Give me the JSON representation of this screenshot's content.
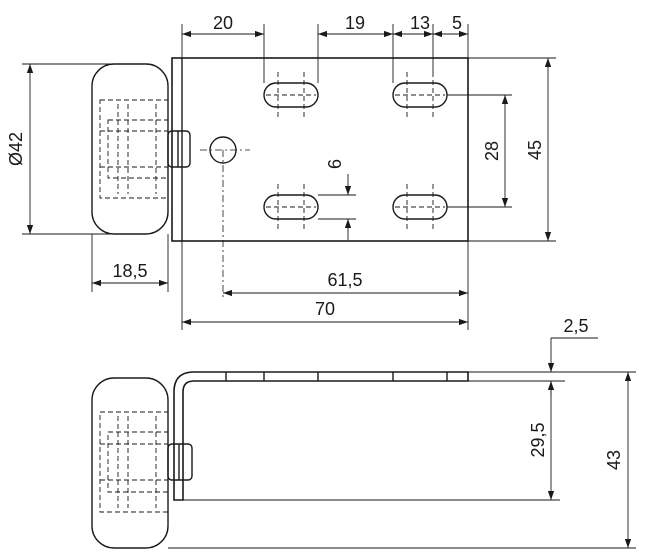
{
  "dimensions": {
    "d20": "20",
    "d19": "19",
    "d13": "13",
    "d5": "5",
    "d45": "45",
    "d28": "28",
    "d6": "6",
    "d42": "Ø42",
    "d18_5": "18,5",
    "d61_5": "61,5",
    "d70": "70",
    "d2_5": "2,5",
    "d29_5": "29,5",
    "d43": "43"
  }
}
